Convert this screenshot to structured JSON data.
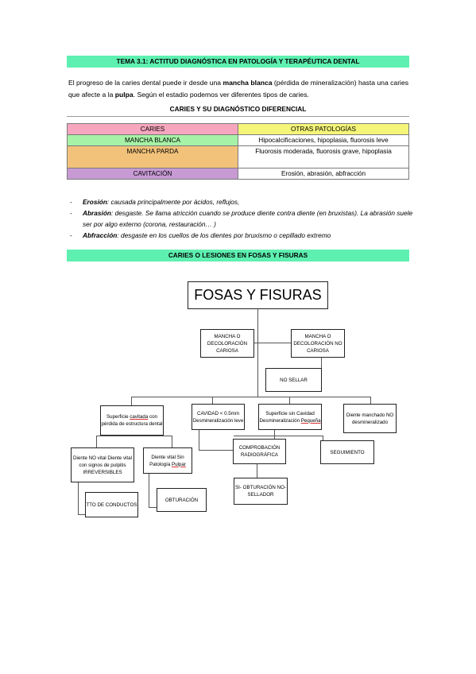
{
  "doc": {
    "tema_title": "TEMA 3.1: ACTITUD DIAGNÓSTICA EN PATOLOGÍA Y TERAPÉUTICA DENTAL",
    "intro": {
      "p1": "El progreso de la caries dental puede ir desde una ",
      "b1": "mancha blanca",
      "p2": " (pérdida de mineralización) hasta una caries que afecte a la ",
      "b2": "pulpa",
      "p3": ". Según el estadio podemos ver diferentes tipos de caries."
    },
    "section_title": "CARIES Y SU DIAGNÓSTICO DIFERENCIAL",
    "table": {
      "header": [
        "CARIES",
        "OTRAS PATOLOGÍAS"
      ],
      "rows": [
        [
          "MANCHA BLANCA",
          "Hipocalcificaciones, hipoplasia, fluorosis leve"
        ],
        [
          "MANCHA PARDA",
          "Fluorosis moderada, fluorosis grave, hipoplasia"
        ],
        [
          "CAVITACIÓN",
          "Erosión, abrasión, abfracción"
        ]
      ]
    },
    "definitions": [
      {
        "term": "Erosión",
        "text": ": causada principalmente por ácidos, reflujos,"
      },
      {
        "term": "Abrasión",
        "text": ": desgaste. Se llama atricción cuando se produce diente contra diente (en bruxistas). La abrasión suele ser por algo externo (corona, restauración… )"
      },
      {
        "term": "Abfracción",
        "text": ": desgaste en los cuellos de los dientes por bruxismo o cepillado extremo"
      }
    ],
    "diagram_title": "CARIES O LESIONES EN FOSAS Y FISURAS"
  },
  "diagram": {
    "root": "FOSAS Y FISURAS",
    "mancha_caries": "MANCHA O DECOLORACIÓN CARIOSA",
    "mancha_no_caries": "MANCHA O DECOLORACIÓN NO CARIOSA",
    "no_sellar": "NO SELLAR",
    "sup_cavitada": {
      "a": "Superficie ",
      "u": "cavitada",
      "b": " con pérdida de estructura dental"
    },
    "cavidad": "CAVIDAD < 0.5mm Desmineralización leve",
    "sup_sin_cavidad": {
      "a": "Superficie sin Cavidad Desmineralización ",
      "u": "Pequeña"
    },
    "diente_manchado": "Diente manchado NO desmineralizado",
    "diente_no_vital": "Diente NO vital Diente vital con signos de pulpitis IRREVERSIBLES",
    "diente_vital": {
      "a": "Diente vital Sin Patología ",
      "u": "Pulpar"
    },
    "comprobacion": "COMPROBACIÓN RADIOGRÁFICA",
    "seguimiento": "SEGUIMIENTO",
    "tto_conductos": "TTO DE CONDUCTOS",
    "obturacion": "OBTURACIÓN",
    "si_obturacion": "SI- OBTURACIÓN NO- SELLADOR"
  }
}
